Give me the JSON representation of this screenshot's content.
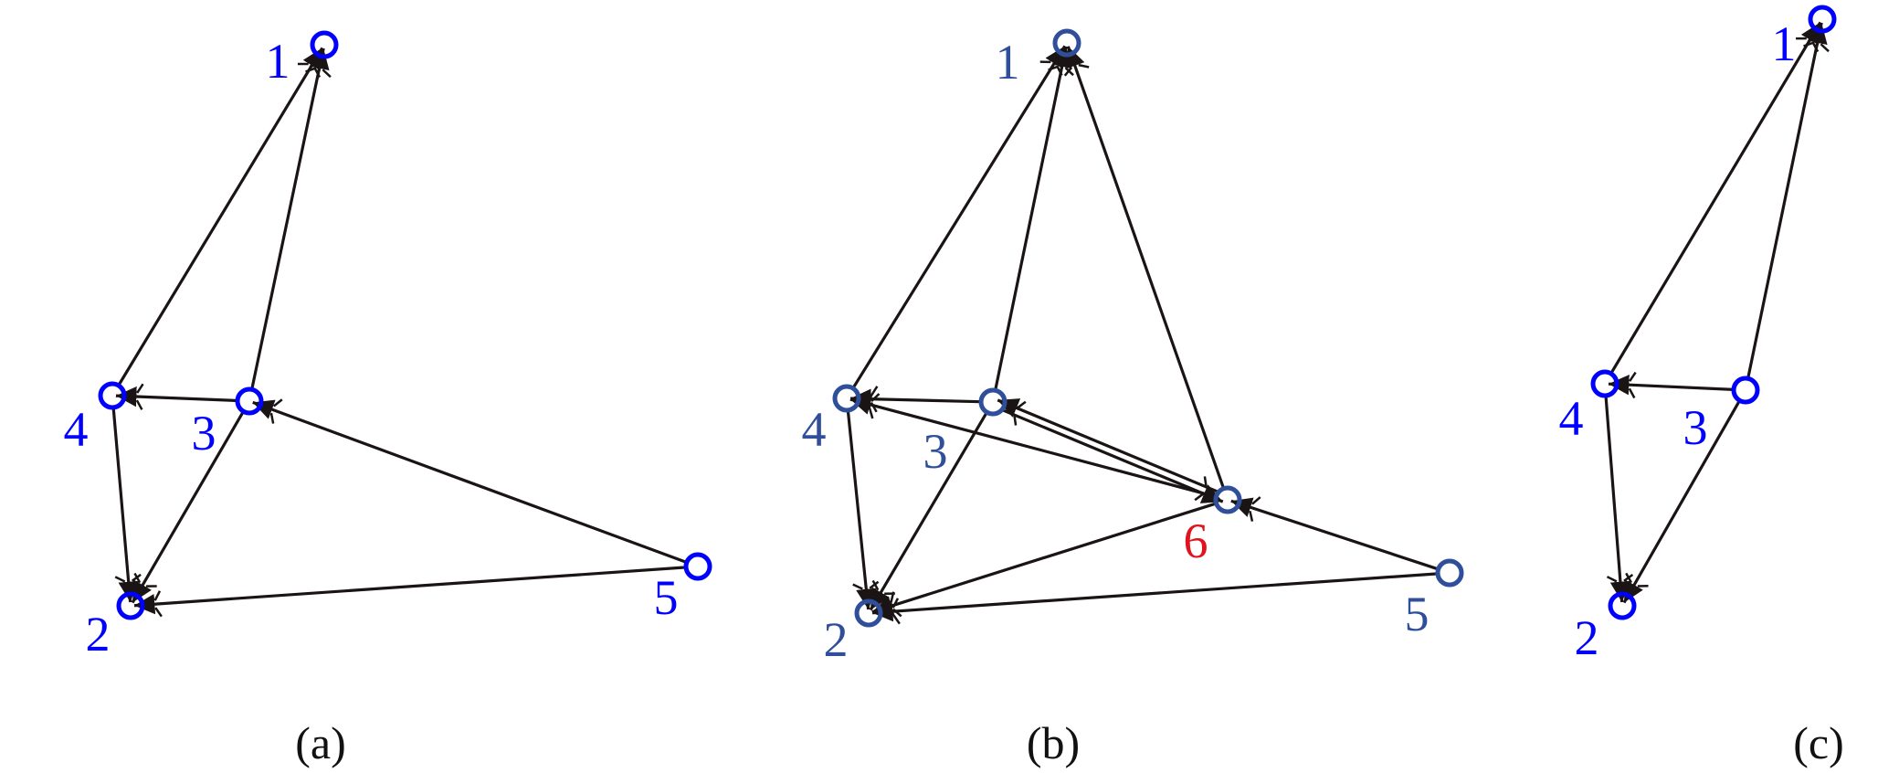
{
  "colors": {
    "panel_a_node": "#0000ff",
    "panel_b_node": "#2f4f9b",
    "panel_c_node": "#0000ff",
    "new_node_label": "#e0141e",
    "edge": "#1a1414"
  },
  "panels": [
    {
      "id": "a",
      "caption": "(a)",
      "nodes": [
        {
          "id": "1",
          "label": "1"
        },
        {
          "id": "2",
          "label": "2"
        },
        {
          "id": "3",
          "label": "3"
        },
        {
          "id": "4",
          "label": "4"
        },
        {
          "id": "5",
          "label": "5"
        }
      ],
      "edges": [
        [
          "4",
          "1"
        ],
        [
          "3",
          "1"
        ],
        [
          "3",
          "4"
        ],
        [
          "3",
          "2"
        ],
        [
          "4",
          "2"
        ],
        [
          "5",
          "3"
        ],
        [
          "5",
          "2"
        ]
      ]
    },
    {
      "id": "b",
      "caption": "(b)",
      "nodes": [
        {
          "id": "1",
          "label": "1"
        },
        {
          "id": "2",
          "label": "2"
        },
        {
          "id": "3",
          "label": "3"
        },
        {
          "id": "4",
          "label": "4"
        },
        {
          "id": "5",
          "label": "5"
        },
        {
          "id": "6",
          "label": "6",
          "highlight": true
        }
      ],
      "edges": [
        [
          "4",
          "1"
        ],
        [
          "3",
          "1"
        ],
        [
          "6",
          "1"
        ],
        [
          "3",
          "4"
        ],
        [
          "6",
          "4"
        ],
        [
          "6",
          "3"
        ],
        [
          "3",
          "6"
        ],
        [
          "3",
          "2"
        ],
        [
          "4",
          "2"
        ],
        [
          "6",
          "2"
        ],
        [
          "5",
          "2"
        ],
        [
          "5",
          "6"
        ]
      ]
    },
    {
      "id": "c",
      "caption": "(c)",
      "nodes": [
        {
          "id": "1",
          "label": "1"
        },
        {
          "id": "2",
          "label": "2"
        },
        {
          "id": "3",
          "label": "3"
        },
        {
          "id": "4",
          "label": "4"
        }
      ],
      "edges": [
        [
          "4",
          "1"
        ],
        [
          "3",
          "1"
        ],
        [
          "3",
          "4"
        ],
        [
          "4",
          "2"
        ],
        [
          "3",
          "2"
        ]
      ]
    }
  ]
}
